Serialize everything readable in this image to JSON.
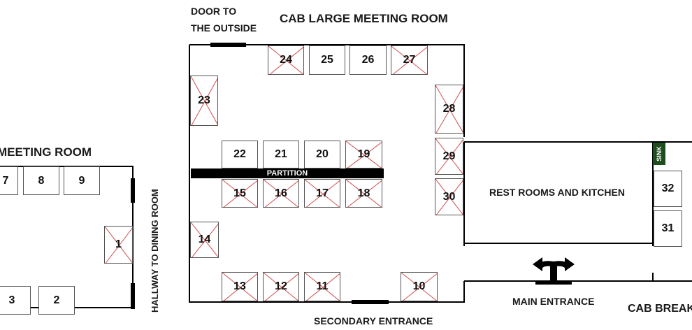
{
  "labels": {
    "door_outside_line1": "DOOR TO",
    "door_outside_line2": "THE OUTSIDE",
    "large_room": "CAB LARGE MEETING ROOM",
    "meeting_room_left": "MEETING ROOM",
    "hallway": "HALLWAY TO DINING ROOM",
    "rest_rooms": "REST ROOMS AND KITCHEN",
    "partition": "PARTITION",
    "sink": "SINK",
    "main_entrance": "MAIN ENTRANCE",
    "secondary_entrance": "SECONDARY ENTRANCE",
    "cab_break": "CAB BREAK"
  },
  "booths": [
    {
      "id": "7",
      "taken": false
    },
    {
      "id": "8",
      "taken": false
    },
    {
      "id": "9",
      "taken": false
    },
    {
      "id": "1",
      "taken": true
    },
    {
      "id": "3",
      "taken": false
    },
    {
      "id": "2",
      "taken": false
    },
    {
      "id": "24",
      "taken": true
    },
    {
      "id": "25",
      "taken": false
    },
    {
      "id": "26",
      "taken": false
    },
    {
      "id": "27",
      "taken": true
    },
    {
      "id": "23",
      "taken": true
    },
    {
      "id": "28",
      "taken": true
    },
    {
      "id": "22",
      "taken": false
    },
    {
      "id": "21",
      "taken": false
    },
    {
      "id": "20",
      "taken": false
    },
    {
      "id": "19",
      "taken": true
    },
    {
      "id": "29",
      "taken": true
    },
    {
      "id": "15",
      "taken": true
    },
    {
      "id": "16",
      "taken": true
    },
    {
      "id": "17",
      "taken": true
    },
    {
      "id": "18",
      "taken": true
    },
    {
      "id": "30",
      "taken": true
    },
    {
      "id": "14",
      "taken": true
    },
    {
      "id": "13",
      "taken": true
    },
    {
      "id": "12",
      "taken": true
    },
    {
      "id": "11",
      "taken": true
    },
    {
      "id": "10",
      "taken": true
    },
    {
      "id": "32",
      "taken": false
    },
    {
      "id": "31",
      "taken": false
    }
  ],
  "colors": {
    "wall": "#000000",
    "booth_border": "#555555",
    "taken_cross": "#d05050",
    "sink_bg": "#1e4d1e"
  },
  "icons": [
    "split-arrow-icon"
  ]
}
